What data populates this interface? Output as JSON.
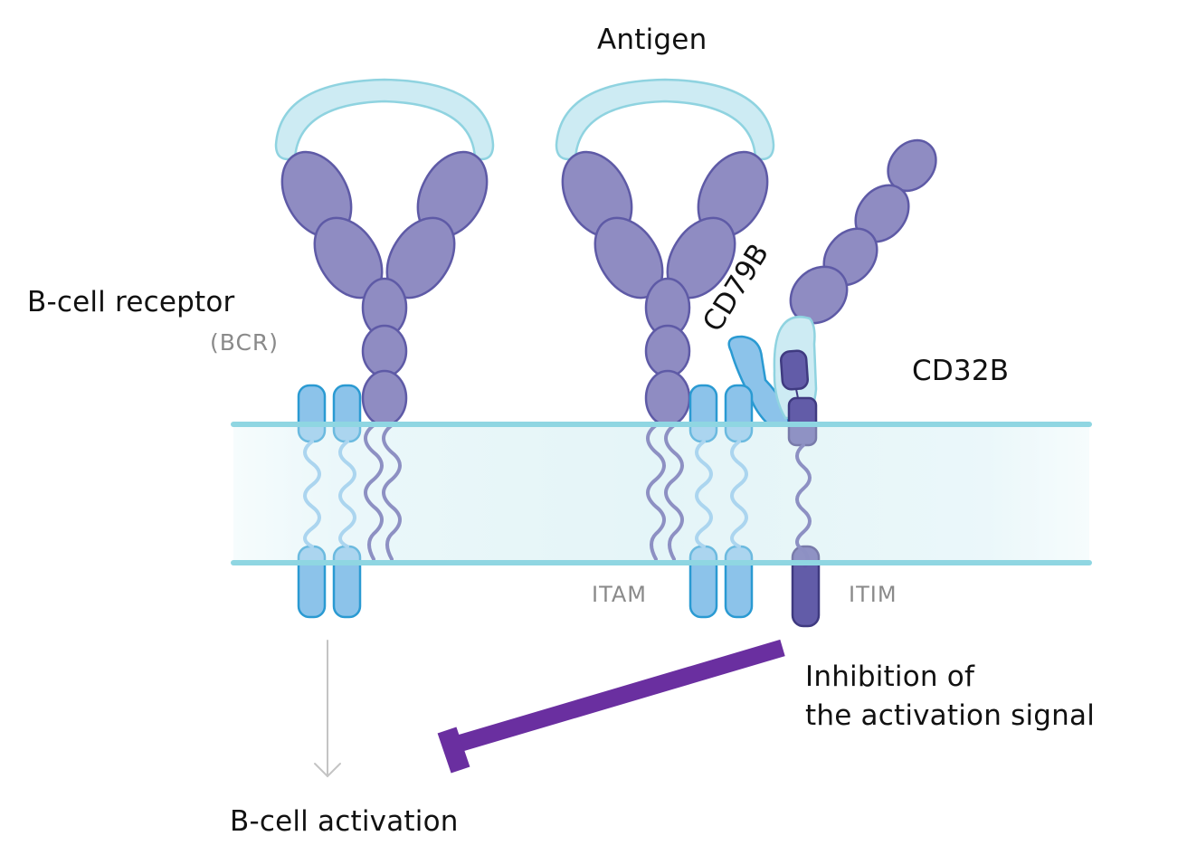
{
  "labels": {
    "antigen": "Antigen",
    "bcr_title": "B-cell receptor",
    "bcr_abbrev": "(BCR)",
    "cd79b": "CD79B",
    "cd32b": "CD32B",
    "itam": "ITAM",
    "itim": "ITIM",
    "inhibition_line1": "Inhibition of",
    "inhibition_line2": "the activation signal",
    "activation": "B-cell activation"
  },
  "colors": {
    "antibody_fill": "#8f8cc2",
    "antibody_stroke": "#5e5aa6",
    "antigen_fill": "#cdebf3",
    "antigen_stroke": "#8fd3e0",
    "cd79_fill": "#8cc3ea",
    "cd79_stroke": "#2a9ad2",
    "cd32b_fill": "#625ca8",
    "cd32b_stroke": "#3f3a80",
    "membrane_line": "#8fd6e2",
    "membrane_fill": "#e6f5f8",
    "inhibition_bar": "#6a2fa0",
    "activation_arrow": "#c4c4c4",
    "label_text": "#111111",
    "muted_text": "#8a8a8a"
  }
}
